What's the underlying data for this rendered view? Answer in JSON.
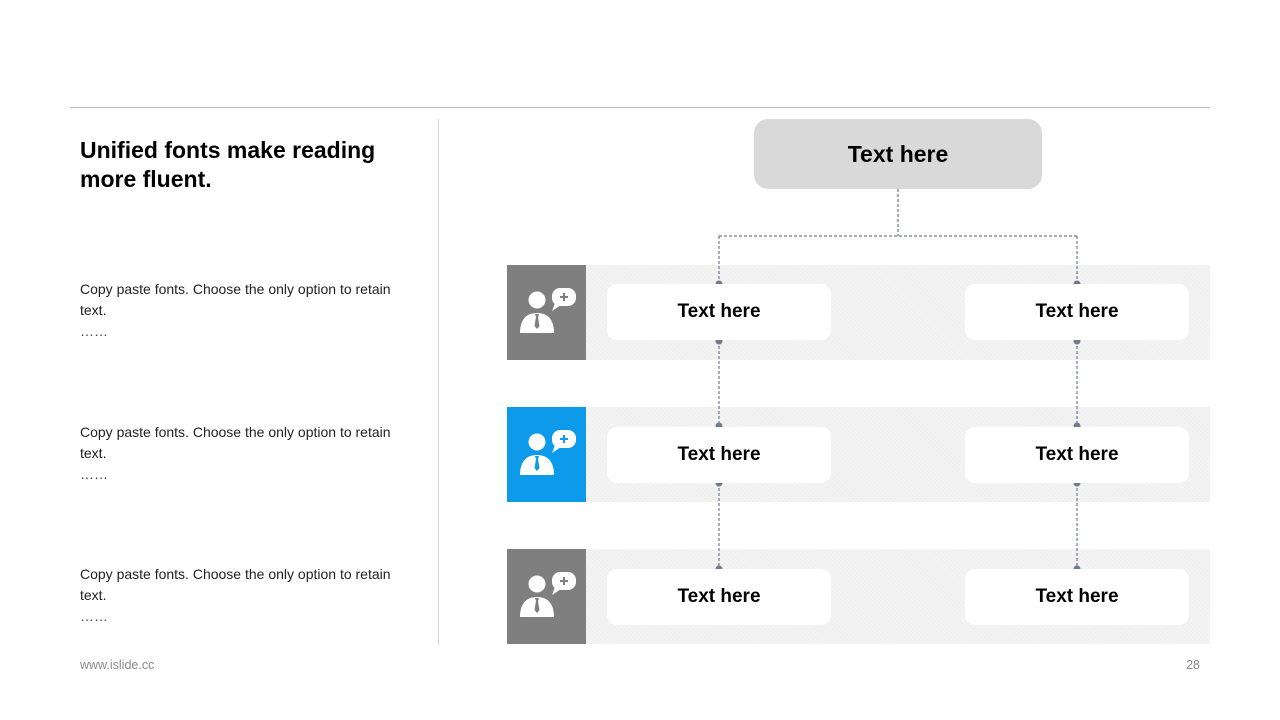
{
  "left": {
    "headline": "Unified fonts make reading more fluent.",
    "items": [
      {
        "text": "Copy paste fonts. Choose the only option to retain text.",
        "dots": "……"
      },
      {
        "text": "Copy paste fonts. Choose the only option to retain text.",
        "dots": "……"
      },
      {
        "text": "Copy paste fonts. Choose the only option to retain text.",
        "dots": "……"
      }
    ]
  },
  "diagram": {
    "root_label": "Text here",
    "rows": [
      {
        "icon": "person-chat-icon",
        "icon_color": "#7f7f7f",
        "cards": [
          "Text here",
          "Text here"
        ]
      },
      {
        "icon": "person-chat-icon",
        "icon_color": "#0d9aeb",
        "cards": [
          "Text here",
          "Text here"
        ]
      },
      {
        "icon": "person-chat-icon",
        "icon_color": "#7f7f7f",
        "cards": [
          "Text here",
          "Text here"
        ]
      }
    ],
    "connector_color": "#6f7a8e"
  },
  "footer": {
    "url": "www.islide.cc",
    "page_number": "28"
  }
}
